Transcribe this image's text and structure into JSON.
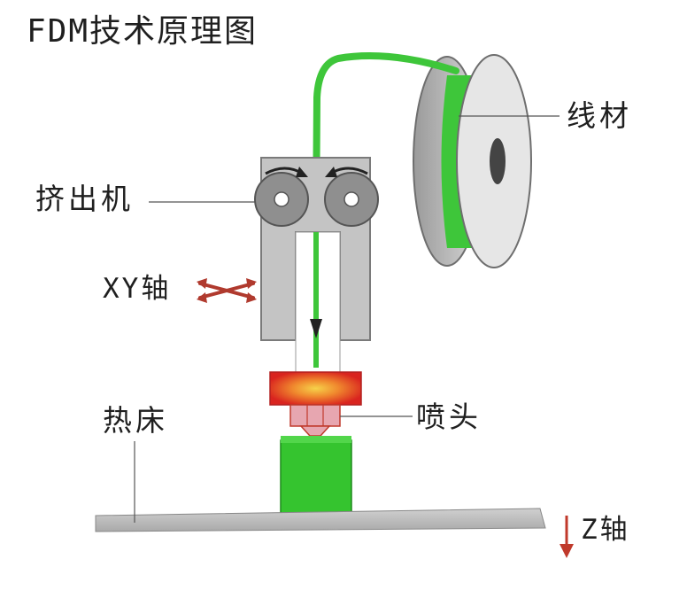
{
  "title": "FDM技术原理图",
  "labels": {
    "filament": "线材",
    "extruder": "挤出机",
    "xy_axis": "XY轴",
    "heated_bed": "热床",
    "nozzle": "喷头",
    "z_axis": "Z轴"
  },
  "colors": {
    "filament_green": "#3ec63a",
    "printed_part": "#35c42f",
    "frame_gray": "#bdbdbd",
    "heater_red": "#e8352a",
    "heater_core": "#f3c23a",
    "nozzle_pink": "#e7a6b0",
    "arrow_red": "#c0392b",
    "bed_gray": "#bfbfbf"
  }
}
